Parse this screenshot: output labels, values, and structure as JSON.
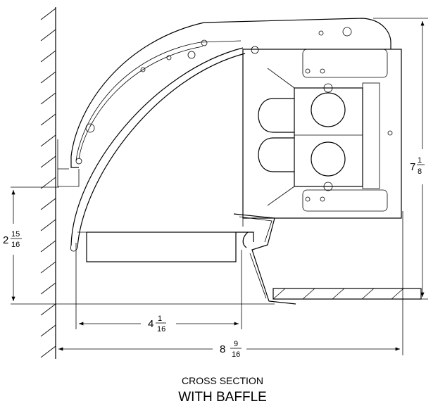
{
  "dimensions": {
    "height_total": {
      "whole": "7",
      "num": "1",
      "den": "8"
    },
    "height_lower": {
      "whole": "2",
      "num": "15",
      "den": "16"
    },
    "width_baffle": {
      "whole": "4",
      "num": "1",
      "den": "16"
    },
    "width_total": {
      "whole": "8",
      "num": "9",
      "den": "16"
    }
  },
  "caption": {
    "line1": "CROSS SECTION",
    "line2": "WITH BAFFLE"
  }
}
